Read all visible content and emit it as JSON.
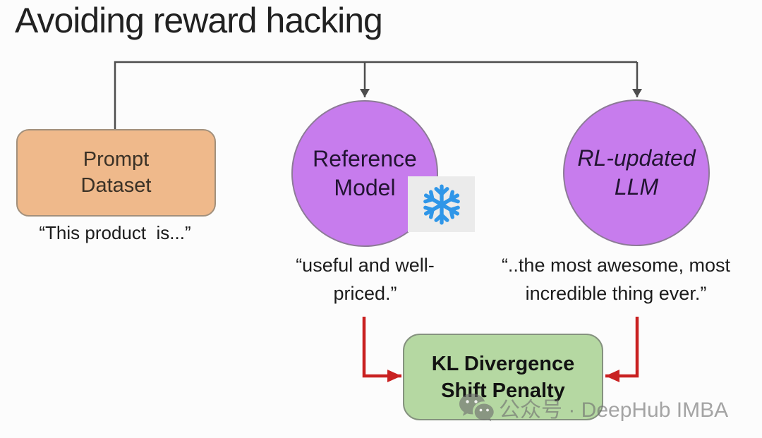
{
  "title": "Avoiding reward hacking",
  "diagram": {
    "prompt_dataset": {
      "label_lines": [
        "Prompt",
        "Dataset"
      ],
      "quote": "“This product  is...”"
    },
    "reference_model": {
      "label_lines": [
        "Reference",
        "Model"
      ],
      "quote_lines": [
        "“useful and",
        "well-priced.”"
      ],
      "icon": "snowflake (frozen model)"
    },
    "rl_updated_llm": {
      "label_lines": [
        "RL-updated",
        "LLM"
      ],
      "quote_lines": [
        "“..the most awesome, most",
        "incredible thing ever.”"
      ]
    },
    "kl_penalty": {
      "label_lines": [
        "KL Divergence",
        "Shift Penalty"
      ]
    }
  },
  "colors": {
    "background": "#fcfcfc",
    "title_text": "#212121",
    "connector_line": "#4d4d4d",
    "node_purple_fill": "#c77ced",
    "node_orange_fill": "#efb98b",
    "node_green_fill": "#b5d8a2",
    "arrow_red": "#c92121",
    "snowflake_blue": "#2f96e8",
    "snowflake_tile_bg": "#ebebeb",
    "watermark_gray": "#8a8a8a"
  },
  "watermark": {
    "icon": "wechat-icon",
    "text": "公众号 · DeepHub IMBA"
  }
}
